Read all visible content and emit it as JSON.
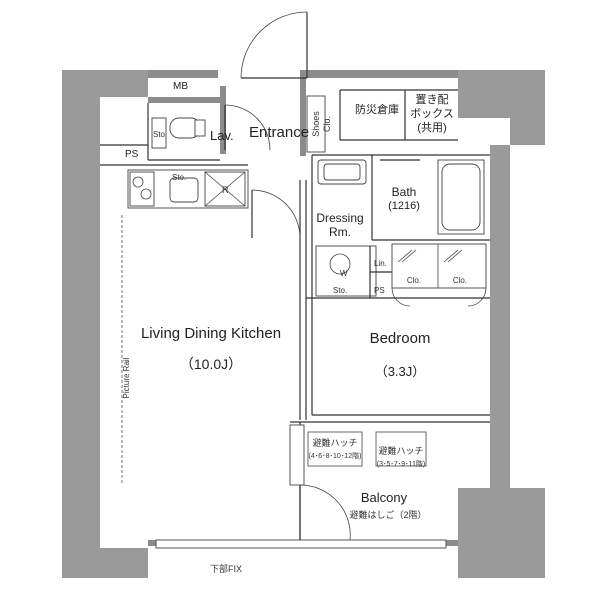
{
  "rooms": {
    "ldk": {
      "name": "Living Dining Kitchen",
      "size": "（10.0J）"
    },
    "bedroom": {
      "name": "Bedroom",
      "size": "（3.3J）"
    },
    "entrance": "Entrance",
    "bath": {
      "name": "Bath",
      "size": "(1216)"
    },
    "dressing": {
      "line1": "Dressing",
      "line2": "Rm."
    },
    "lav": "Lav.",
    "balcony": "Balcony",
    "shoes_clo": {
      "line1": "Shoes",
      "line2": "Clo."
    }
  },
  "labels": {
    "mb": "MB",
    "ps_left": "PS",
    "ps_right": "PS",
    "sto_toilet": "Sto.",
    "sto_kitchen": "Sto.",
    "sto_dressing": "Sto.",
    "r": "R",
    "w": "W",
    "lin": "Lin.",
    "clo_1": "Clo.",
    "clo_2": "Clo.",
    "picture_rail": "Picture Rail",
    "bottom_fix": "下部FIX",
    "disaster_storage": "防災倉庫",
    "delivery_box": {
      "line1": "置き配",
      "line2": "ボックス",
      "line3": "(共用)"
    },
    "hatch_left": {
      "line1": "避難ハッチ",
      "line2": "(4･6･8･10･12階)"
    },
    "hatch_right": {
      "line1": "避難ハッチ",
      "line2": "(3･5･7･9･11階)"
    },
    "ladder": "避難はしご（2階）"
  }
}
